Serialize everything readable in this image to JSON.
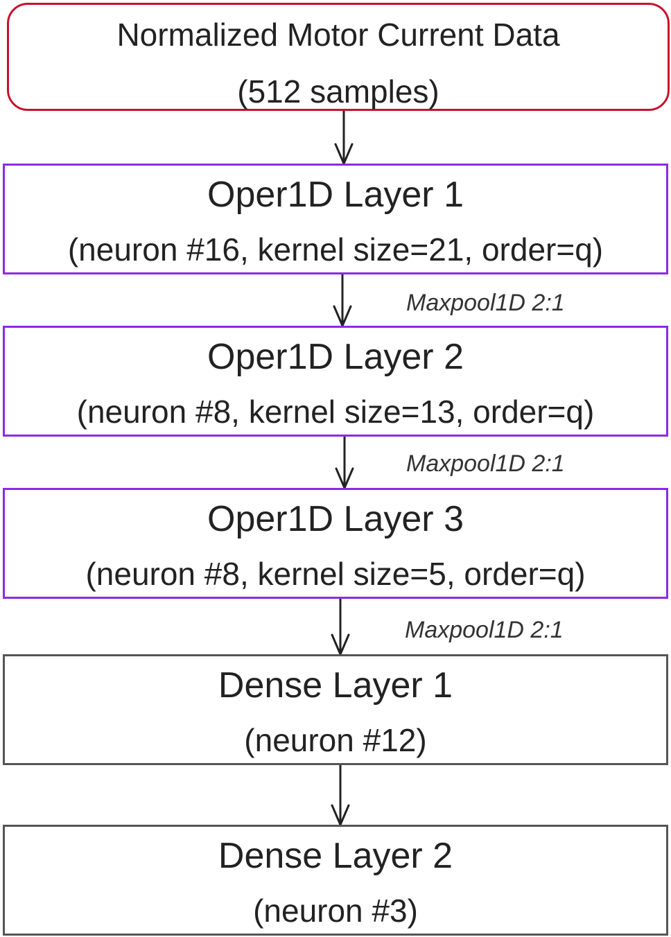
{
  "input": {
    "title": "Normalized Motor Current Data",
    "subtitle": "(512 samples)"
  },
  "oper_layers": [
    {
      "title": "Oper1D Layer 1",
      "params": "(neuron #16, kernel size=21, order=q)"
    },
    {
      "title": "Oper1D Layer 2",
      "params": "(neuron #8, kernel size=13, order=q)"
    },
    {
      "title": "Oper1D Layer 3",
      "params": "(neuron #8, kernel size=5, order=q)"
    }
  ],
  "pool_labels": [
    "Maxpool1D 2:1",
    "Maxpool1D 2:1",
    "Maxpool1D 2:1"
  ],
  "dense_layers": [
    {
      "title": "Dense Layer 1",
      "params": "(neuron #12)"
    },
    {
      "title": "Dense Layer 2",
      "params": "(neuron #3)"
    }
  ],
  "colors": {
    "input_border": "#c8102e",
    "oper_border": "#8a2be2",
    "dense_border": "#555555",
    "arrow": "#222222"
  }
}
